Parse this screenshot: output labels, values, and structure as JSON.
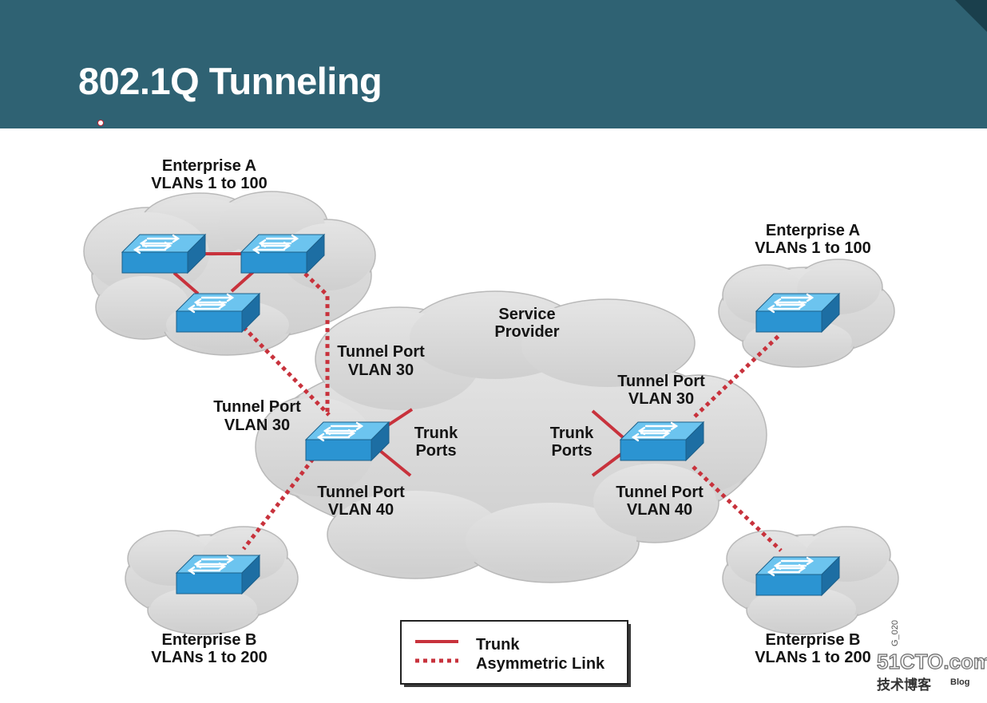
{
  "header": {
    "title": "802.1Q Tunneling"
  },
  "clouds": {
    "enterprise_a_left": [
      "Enterprise A",
      "VLANs 1 to 100"
    ],
    "enterprise_a_right": [
      "Enterprise A",
      "VLANs 1 to 100"
    ],
    "enterprise_b_left": [
      "Enterprise B",
      "VLANs 1 to 200"
    ],
    "enterprise_b_right": [
      "Enterprise B",
      "VLANs 1 to 200"
    ],
    "service_provider": [
      "Service",
      "Provider"
    ]
  },
  "port_labels": {
    "left_tunnel_top": [
      "Tunnel Port",
      "VLAN 30"
    ],
    "left_tunnel_side": [
      "Tunnel Port",
      "VLAN 30"
    ],
    "left_tunnel_bottom": [
      "Tunnel Port",
      "VLAN 40"
    ],
    "left_trunk": [
      "Trunk",
      "Ports"
    ],
    "right_tunnel_top": [
      "Tunnel Port",
      "VLAN 30"
    ],
    "right_tunnel_bottom": [
      "Tunnel Port",
      "VLAN 40"
    ],
    "right_trunk": [
      "Trunk",
      "Ports"
    ]
  },
  "legend": {
    "trunk": "Trunk",
    "asymmetric": "Asymmetric Link"
  },
  "figure_code": "G_020",
  "watermark": {
    "brand": "51CTO.com",
    "sub": "技术博客",
    "blog": "Blog"
  },
  "colors": {
    "banner": "#2f6273",
    "link": "#c8323c",
    "switch": "#2b94d2",
    "cloud": "#d9d9d9"
  },
  "icons": [
    "switch-icon",
    "cloud-icon"
  ]
}
